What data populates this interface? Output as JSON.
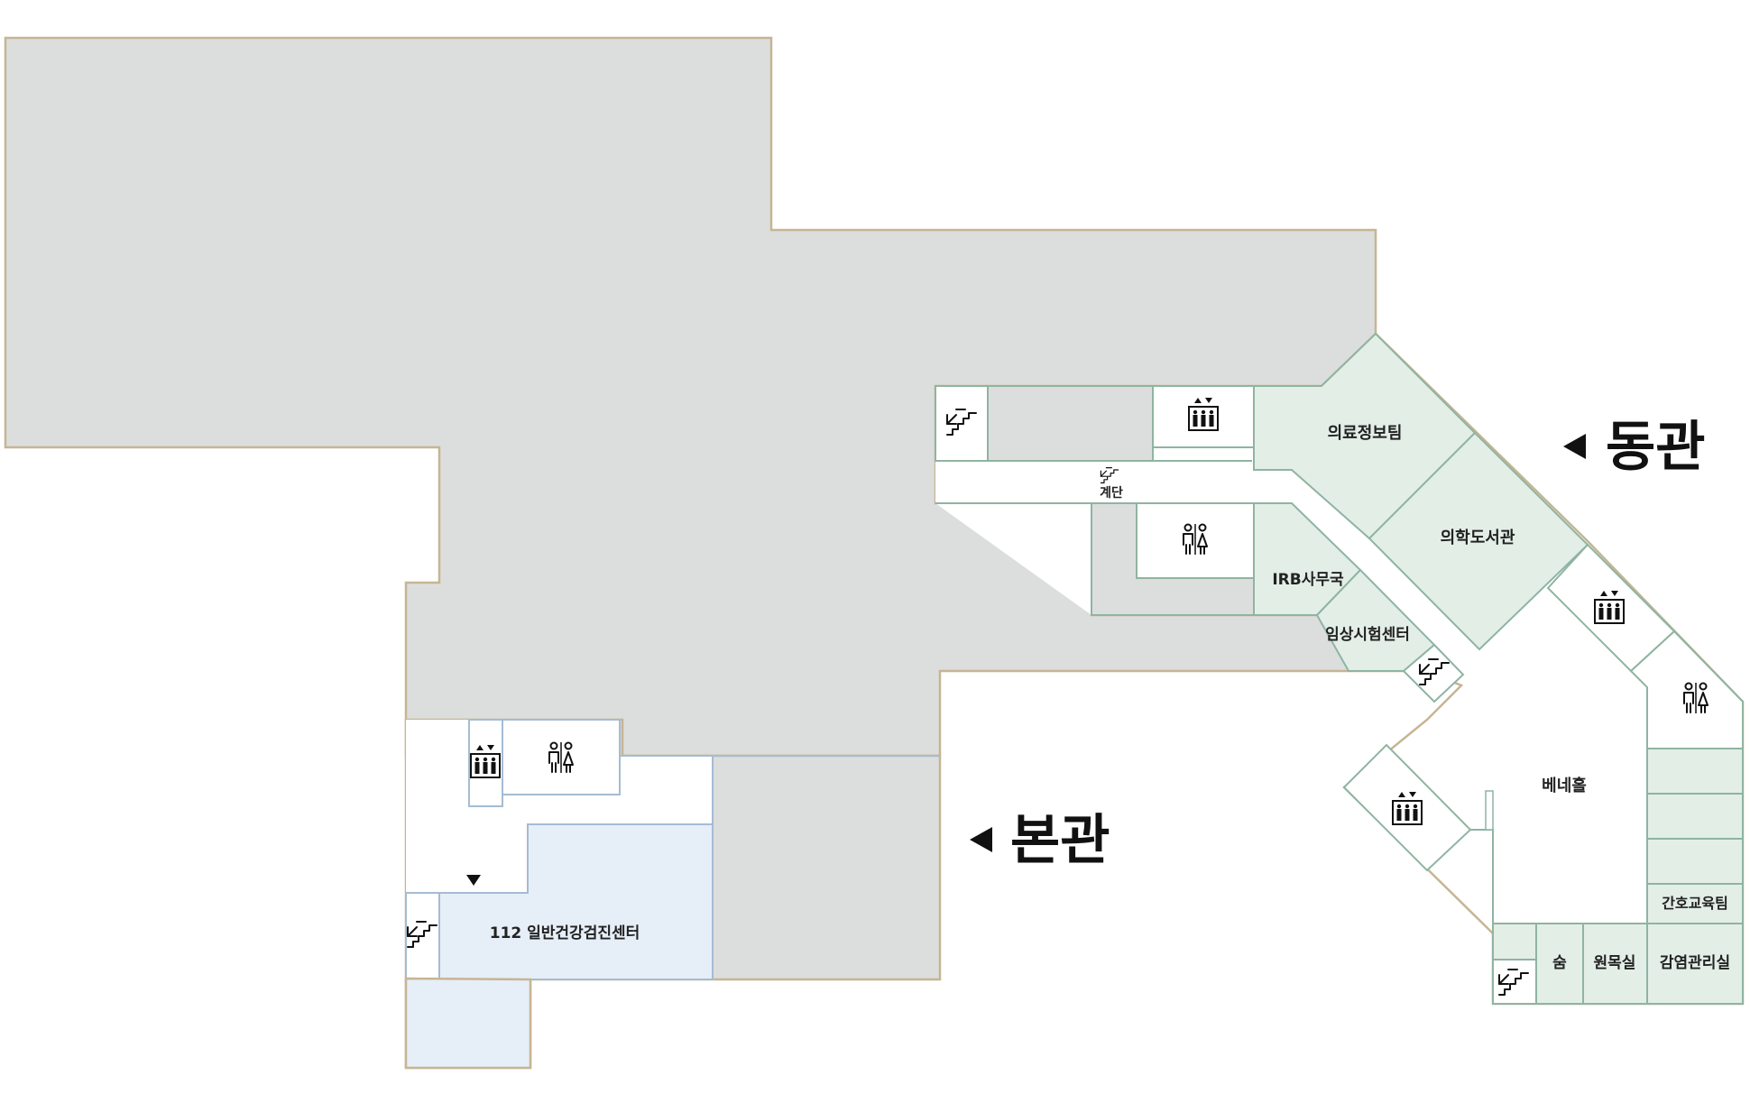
{
  "colors": {
    "background": "#ffffff",
    "unused_area": "#dcdedd",
    "outline": "#c6b593",
    "east_wing_room": "#e3eee7",
    "east_wing_border": "#8fb4a2",
    "main_wing_room": "#e6eef8",
    "main_wing_border": "#a5bcd3",
    "corridor": "#ffffff",
    "label": "#222222",
    "wing_label": "#111111"
  },
  "wings": {
    "east": "동관",
    "main": "본관"
  },
  "rooms": {
    "medical_info_team": "의료정보팀",
    "medical_library": "의학도서관",
    "irb_office": "IRB사무국",
    "clinical_trial_center": "임상시험센터",
    "bene_hall": "베네홀",
    "nursing_education_team": "간호교육팀",
    "sum": "숨",
    "wonmok_room": "원목실",
    "infection_control_room": "감염관리실",
    "health_checkup_center": "112 일반건강검진센터"
  },
  "facilities": {
    "stairs_label": "계단"
  },
  "icons": {
    "stairs": "stairs-icon",
    "elevator": "elevator-icon",
    "restroom": "restroom-icon",
    "arrow_left": "arrow-left-icon",
    "arrow_down": "arrow-down-icon"
  }
}
